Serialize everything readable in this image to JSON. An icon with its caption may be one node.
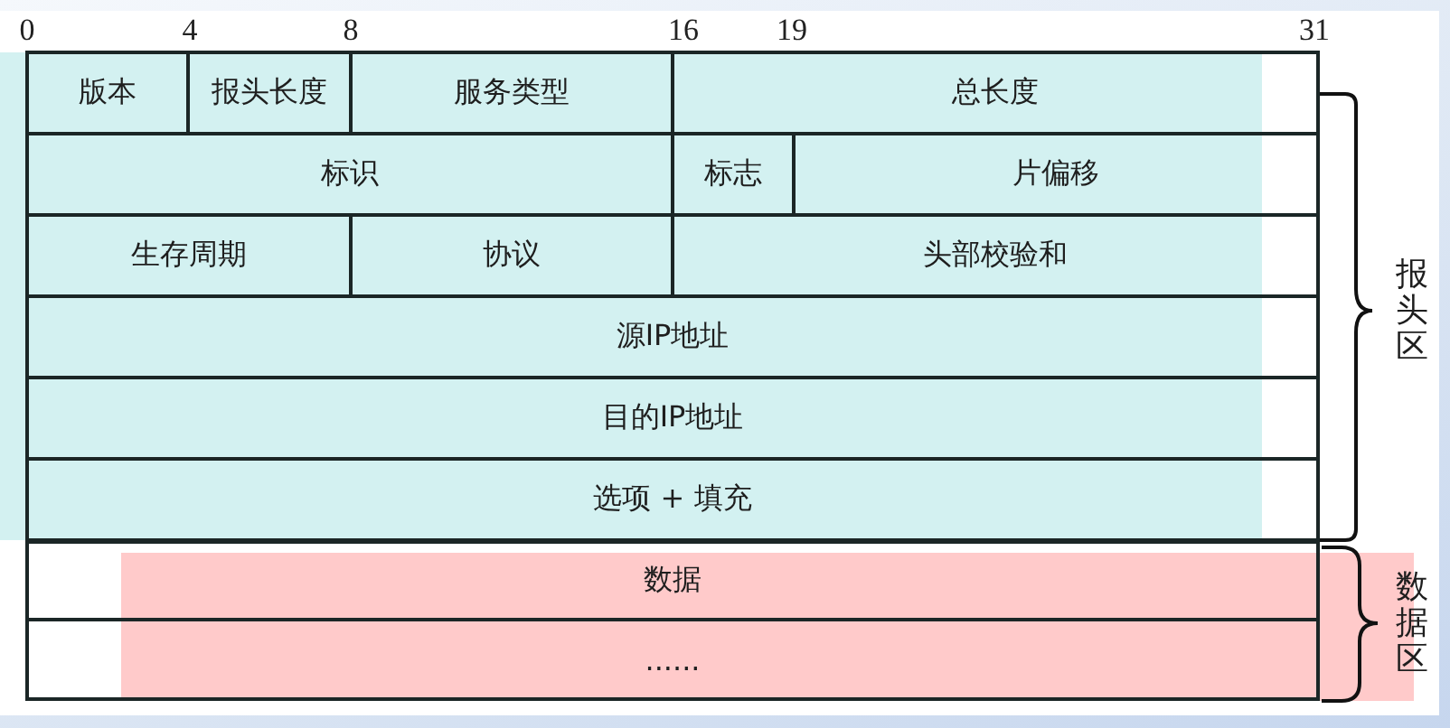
{
  "diagram": {
    "nodes": [
      {
        "text": [
          "版本"
        ]
      },
      {
        "text": [
          "报头长度"
        ]
      },
      {
        "text": [
          "服务类型"
        ]
      },
      {
        "text": [
          "总长度"
        ]
      },
      {
        "text": [
          "标识"
        ]
      },
      {
        "text": [
          "标志"
        ]
      },
      {
        "text": [
          "片偏移"
        ]
      },
      {
        "text": [
          "生存周期"
        ]
      },
      {
        "text": [
          "协议"
        ]
      },
      {
        "text": [
          "头部校验和"
        ]
      },
      {
        "text": [
          "源IP地址"
        ]
      },
      {
        "text": [
          "目的IP地址"
        ]
      },
      {
        "text": [
          "选项 + 填充"
        ]
      },
      {
        "text": [
          "数据"
        ]
      },
      {
        "text": [
          "......"
        ]
      }
    ],
    "labels": [
      "0",
      "4",
      "8",
      "16",
      "19",
      "31",
      "报头区",
      "数据区"
    ]
  }
}
